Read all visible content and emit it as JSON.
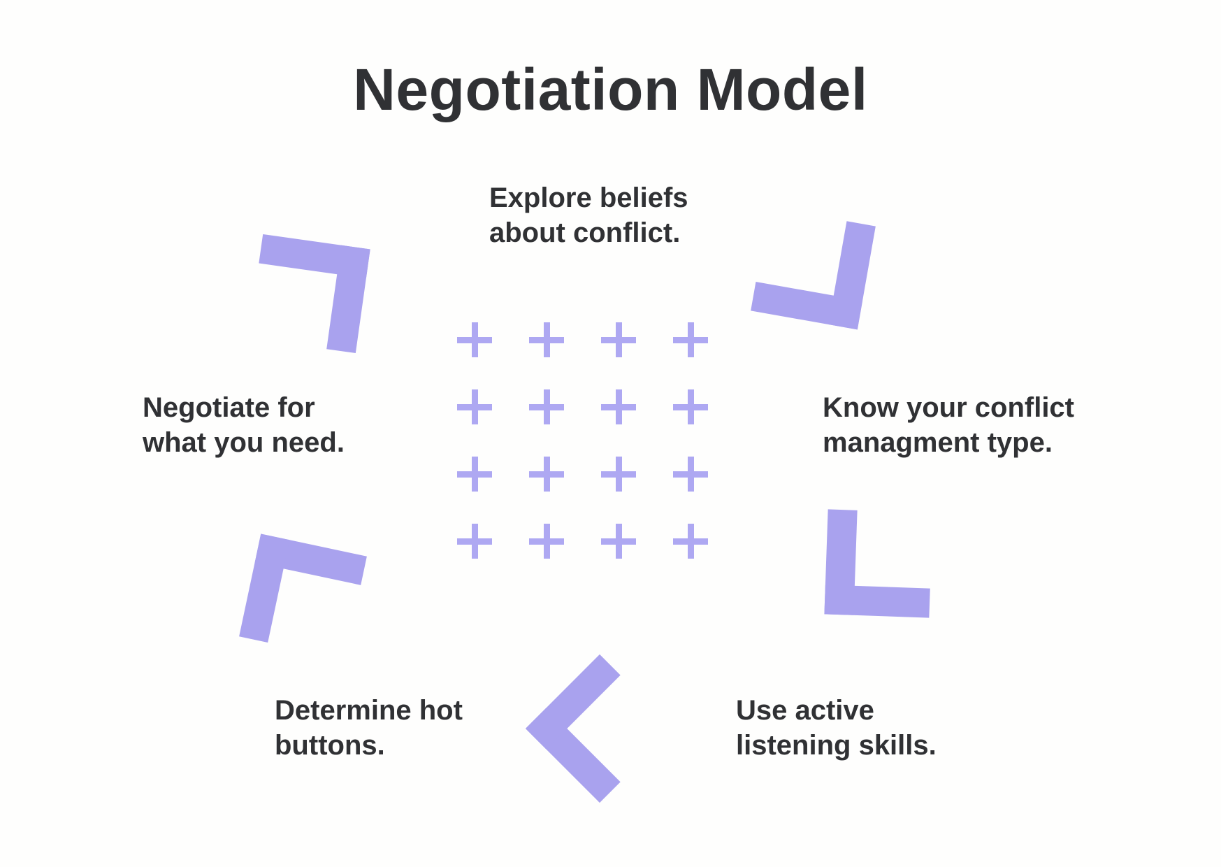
{
  "title": "Negotiation Model",
  "steps": [
    {
      "name": "explore-beliefs",
      "lines": [
        "Explore beliefs",
        "about conflict."
      ]
    },
    {
      "name": "negotiate-for-needs",
      "lines": [
        "Negotiate for",
        "what you need."
      ]
    },
    {
      "name": "know-conflict-type",
      "lines": [
        "Know your conflict",
        "managment type."
      ]
    },
    {
      "name": "determine-hot-buttons",
      "lines": [
        "Determine hot",
        "buttons."
      ]
    },
    {
      "name": "use-active-listening",
      "lines": [
        "Use active",
        "listening skills."
      ]
    }
  ],
  "decoration": {
    "plus_grid": {
      "rows": 4,
      "cols": 4,
      "symbol": "+"
    },
    "chevrons": [
      {
        "name": "chevron-top-left-icon",
        "shape": "corner-open-bottom-left"
      },
      {
        "name": "chevron-top-right-icon",
        "shape": "corner-open-top-left"
      },
      {
        "name": "chevron-right-icon",
        "shape": "corner-open-top-right"
      },
      {
        "name": "chevron-bottom-center-icon",
        "shape": "left-pointing-chevron"
      },
      {
        "name": "chevron-left-icon",
        "shape": "corner-open-bottom-right"
      }
    ]
  },
  "colors": {
    "background": "#FEFEFD",
    "text": "#303134",
    "chevron": "#A9A2EE",
    "plus": "#AEA8F2"
  }
}
